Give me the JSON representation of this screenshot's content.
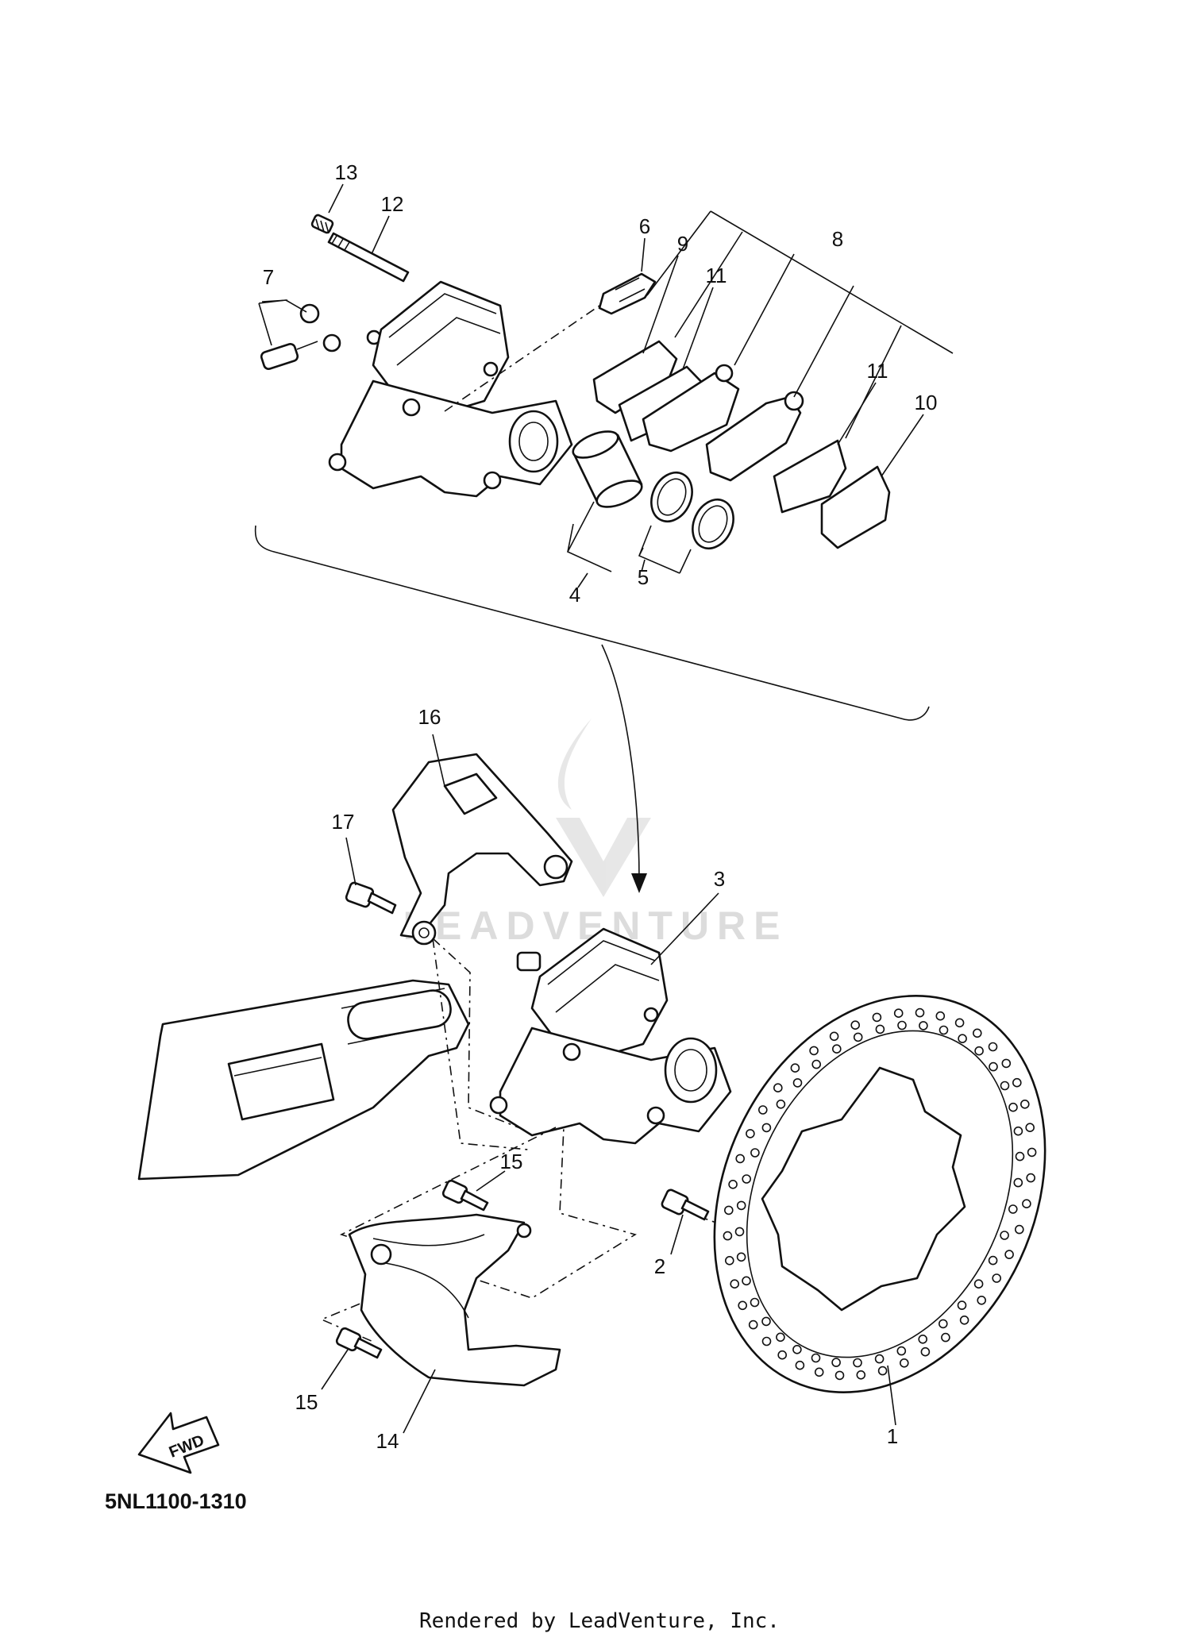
{
  "diagram": {
    "part_code": "5NL1100-1310",
    "credit": "Rendered by LeadVenture, Inc.",
    "watermark": "LEADVENTURE",
    "fwd_label": "FWD",
    "callouts": {
      "p1": "1",
      "p2": "2",
      "p3": "3",
      "p4": "4",
      "p5": "5",
      "p6": "6",
      "p7": "7",
      "p8": "8",
      "p9": "9",
      "p10": "10",
      "p11a": "11",
      "p11b": "11",
      "p12": "12",
      "p13": "13",
      "p14": "14",
      "p15a": "15",
      "p15b": "15",
      "p16": "16",
      "p17": "17"
    }
  }
}
